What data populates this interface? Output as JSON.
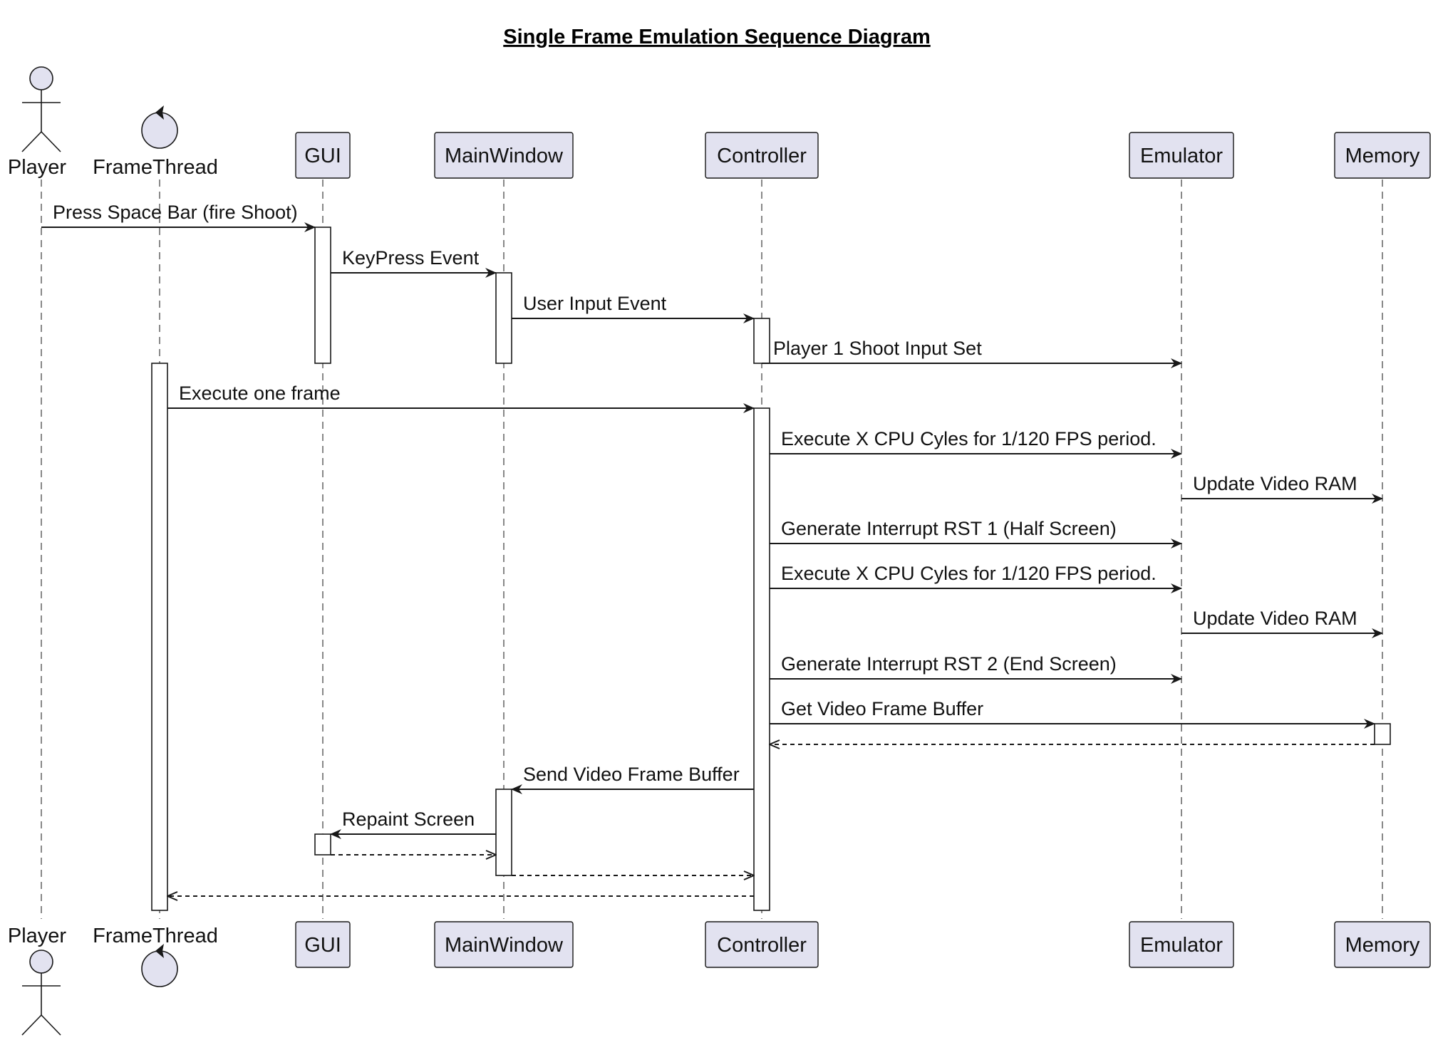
{
  "diagram": {
    "title": "Single Frame Emulation Sequence Diagram",
    "participants": [
      {
        "id": "player",
        "label": "Player",
        "kind": "actor"
      },
      {
        "id": "framethread",
        "label": "FrameThread",
        "kind": "control"
      },
      {
        "id": "gui",
        "label": "GUI",
        "kind": "participant"
      },
      {
        "id": "mainwindow",
        "label": "MainWindow",
        "kind": "participant"
      },
      {
        "id": "controller",
        "label": "Controller",
        "kind": "participant"
      },
      {
        "id": "emulator",
        "label": "Emulator",
        "kind": "participant"
      },
      {
        "id": "memory",
        "label": "Memory",
        "kind": "participant"
      }
    ],
    "messages": [
      {
        "from": "player",
        "to": "gui",
        "label": "Press Space Bar (fire Shoot)",
        "kind": "sync"
      },
      {
        "from": "gui",
        "to": "mainwindow",
        "label": "KeyPress Event",
        "kind": "sync"
      },
      {
        "from": "mainwindow",
        "to": "controller",
        "label": "User Input Event",
        "kind": "sync"
      },
      {
        "from": "controller",
        "to": "emulator",
        "label": "Player 1 Shoot Input Set",
        "kind": "sync"
      },
      {
        "from": "framethread",
        "to": "controller",
        "label": "Execute one frame",
        "kind": "sync"
      },
      {
        "from": "controller",
        "to": "emulator",
        "label": "Execute X CPU Cyles for 1/120 FPS period.",
        "kind": "sync"
      },
      {
        "from": "emulator",
        "to": "memory",
        "label": "Update Video RAM",
        "kind": "sync"
      },
      {
        "from": "controller",
        "to": "emulator",
        "label": "Generate Interrupt RST 1 (Half Screen)",
        "kind": "sync"
      },
      {
        "from": "controller",
        "to": "emulator",
        "label": "Execute X CPU Cyles for 1/120 FPS period.",
        "kind": "sync"
      },
      {
        "from": "emulator",
        "to": "memory",
        "label": "Update Video RAM",
        "kind": "sync"
      },
      {
        "from": "controller",
        "to": "emulator",
        "label": "Generate Interrupt RST 2 (End Screen)",
        "kind": "sync"
      },
      {
        "from": "controller",
        "to": "memory",
        "label": "Get Video Frame Buffer",
        "kind": "sync"
      },
      {
        "from": "memory",
        "to": "controller",
        "label": "",
        "kind": "return"
      },
      {
        "from": "controller",
        "to": "mainwindow",
        "label": "Send Video Frame Buffer",
        "kind": "sync"
      },
      {
        "from": "mainwindow",
        "to": "gui",
        "label": "Repaint Screen",
        "kind": "sync"
      },
      {
        "from": "gui",
        "to": "mainwindow",
        "label": "",
        "kind": "return"
      },
      {
        "from": "mainwindow",
        "to": "controller",
        "label": "",
        "kind": "return"
      },
      {
        "from": "controller",
        "to": "framethread",
        "label": "",
        "kind": "return"
      }
    ]
  }
}
